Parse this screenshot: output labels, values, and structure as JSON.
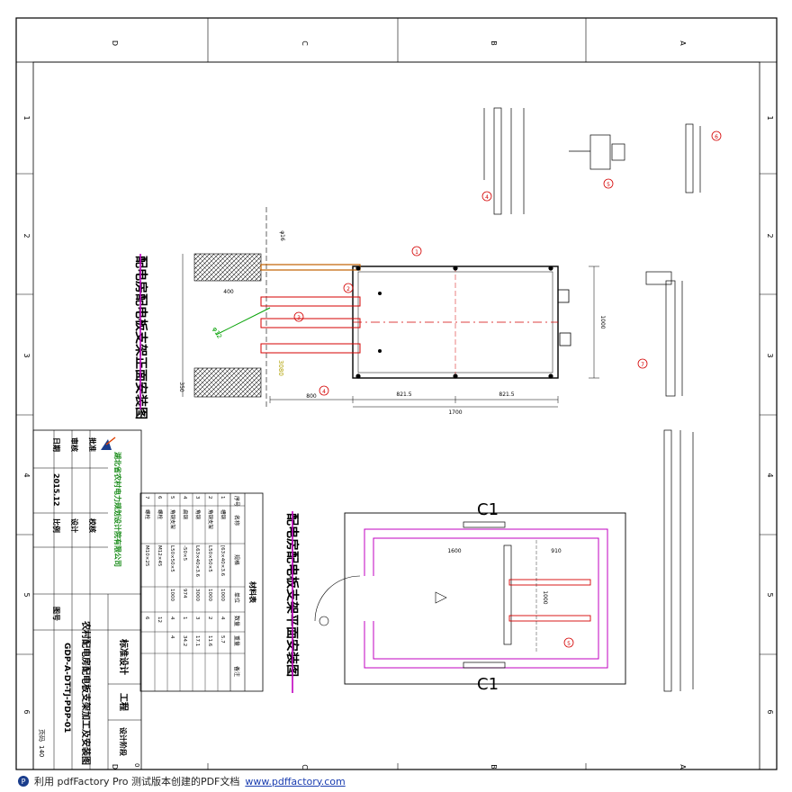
{
  "frame": {
    "zone_letters": [
      "D",
      "C",
      "B",
      "A"
    ],
    "zone_numbers": [
      "1",
      "2",
      "3",
      "4",
      "5",
      "6"
    ]
  },
  "front_view": {
    "title": "配电房配电板支架正面安装图",
    "dims": [
      "800",
      "1700",
      "821.5",
      "821.5",
      "350",
      "400",
      "1000"
    ],
    "callouts": [
      "1",
      "2",
      "3",
      "4"
    ],
    "label_phi": "φ16"
  },
  "plan_view": {
    "title": "配电房配电板支架平面安装图",
    "section_top": "C1",
    "section_bottom": "C1",
    "dims": [
      "1600",
      "910",
      "1000"
    ],
    "callout": "5"
  },
  "detail_callouts": [
    "4",
    "5",
    "6",
    "7"
  ],
  "materials_table": {
    "title": "材料表",
    "headers": [
      "序号",
      "名称",
      "规格",
      "单位",
      "数量",
      "重量",
      "备注"
    ],
    "rows": [
      [
        "1",
        "槽钢",
        "[63×40×3.6",
        "1000",
        "4",
        "5.7"
      ],
      [
        "2",
        "角钢支架",
        "L50×50×5",
        "1000",
        "2",
        "11.6"
      ],
      [
        "3",
        "角钢",
        "L63×40×3.6",
        "3000",
        "3",
        "17.1"
      ],
      [
        "4",
        "扁钢",
        "-50×5",
        "974",
        "1",
        "34.2"
      ],
      [
        "5",
        "角钢支架",
        "L50×50×5",
        "1000",
        "4",
        "4"
      ],
      [
        "6",
        "螺栓",
        "M12×45",
        "",
        "12",
        ""
      ],
      [
        "7",
        "螺栓",
        "M10×25",
        "",
        "6",
        ""
      ]
    ]
  },
  "title_block": {
    "company": "湖北省农村电力规划设计院有限公司",
    "standard": "标准设计",
    "project_name": "农村配电房配电板支架加工及安装图",
    "drawing_no": "GDP-A-DT-TJ-PDP-01",
    "date": "2015.12",
    "labels": {
      "approve": "批准",
      "audit": "审核",
      "check": "校核",
      "design": "设计",
      "date": "日期",
      "scale": "比例",
      "drawing_no": "图号",
      "engineering": "工程",
      "page": "页码",
      "stage": "设计阶段"
    },
    "page_no": "140",
    "stage_value": "0"
  },
  "footer": {
    "text": "利用 pdfFactory Pro 测试版本创建的PDF文档",
    "link": "www.pdffactory.com"
  },
  "colors": {
    "red": "#d40000",
    "magenta": "#c000c0",
    "line": "#000000",
    "green": "#00a000",
    "orange": "#c06000"
  }
}
